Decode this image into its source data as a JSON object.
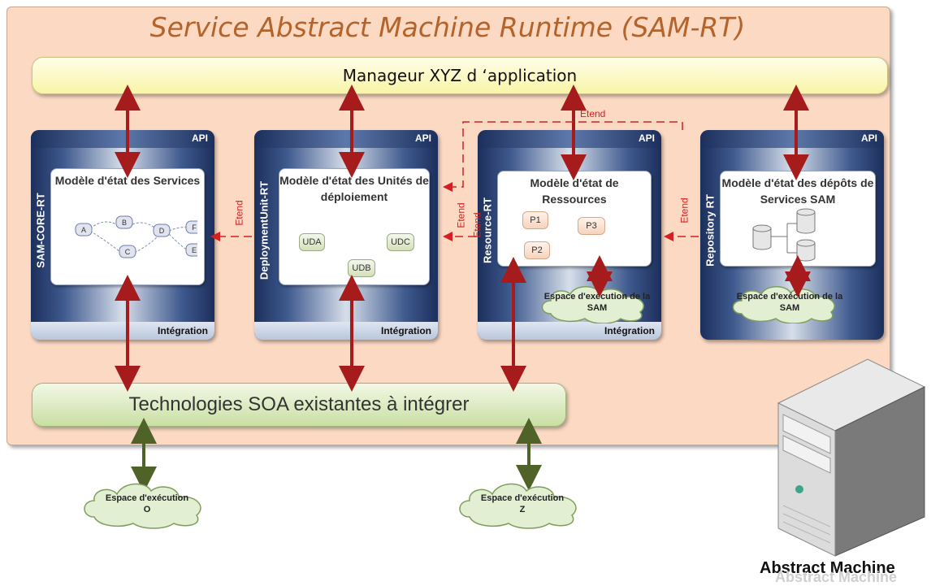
{
  "title": "Service Abstract Machine Runtime (SAM-RT)",
  "manager_label": "Manageur XYZ d ‘application",
  "soa_label": "Technologies SOA existantes à intégrer",
  "columns": [
    {
      "side_label": "SAM-CORE-RT",
      "api": "API",
      "model_title": "Modèle d'état des Services",
      "integration": "Intégration",
      "nodes": [
        "A",
        "B",
        "C",
        "D",
        "F",
        "E"
      ]
    },
    {
      "side_label": "DeploymentUnit-RT",
      "api": "API",
      "model_title": "Modèle d'état des Unités de déploiement",
      "integration": "Intégration",
      "items": [
        "UDA",
        "UDC",
        "UDB"
      ]
    },
    {
      "side_label": "Resource-RT",
      "api": "API",
      "model_title": "Modèle d'état de Ressources",
      "integration": "Intégration",
      "items": [
        "P1",
        "P3",
        "P2"
      ],
      "cloud": "Espace d'exécution de la SAM"
    },
    {
      "side_label": "Repository RT",
      "api": "API",
      "model_title": "Modèle d'état des dépôts de Services SAM",
      "cloud": "Espace d'exécution de la SAM"
    }
  ],
  "etend_label": "Etend",
  "clouds": [
    {
      "line1": "Espace d'exécution",
      "line2": "O"
    },
    {
      "line1": "Espace d'exécution",
      "line2": "Z"
    }
  ],
  "machine_label": "Abstract Machine",
  "machine_label_reflection": "Abstract Machine",
  "colors": {
    "red_arrow": "#a61c1c",
    "green_arrow": "#4f6228",
    "etend": "#d42020",
    "title": "#b4632b"
  },
  "icons": [
    "server-icon",
    "database-icon",
    "cloud-icon"
  ]
}
